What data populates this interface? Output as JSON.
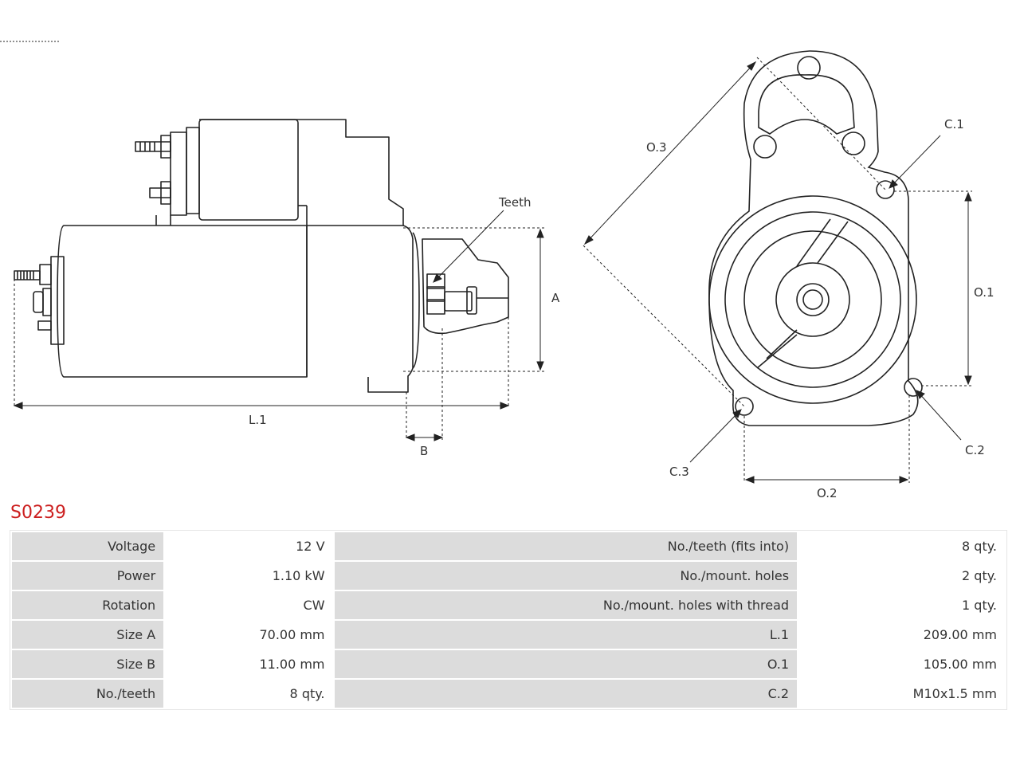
{
  "diagram": {
    "labels": {
      "teeth": "Teeth",
      "a": "A",
      "b": "B",
      "l1": "L.1",
      "o3": "O.3",
      "c1": "C.1",
      "o1": "O.1",
      "c2": "C.2",
      "c3": "C.3",
      "o2": "O.2"
    }
  },
  "part_number": "S0239",
  "specs": {
    "rows": [
      {
        "k1": "Voltage",
        "v1": "12 V",
        "k2": "No./teeth (fits into)",
        "v2": "8 qty."
      },
      {
        "k1": "Power",
        "v1": "1.10 kW",
        "k2": "No./mount. holes",
        "v2": "2 qty."
      },
      {
        "k1": "Rotation",
        "v1": "CW",
        "k2": "No./mount. holes with thread",
        "v2": "1 qty."
      },
      {
        "k1": "Size A",
        "v1": "70.00 mm",
        "k2": "L.1",
        "v2": "209.00 mm"
      },
      {
        "k1": "Size B",
        "v1": "11.00 mm",
        "k2": "O.1",
        "v2": "105.00 mm"
      },
      {
        "k1": "No./teeth",
        "v1": "8 qty.",
        "k2": "C.2",
        "v2": "M10x1.5 mm"
      }
    ]
  }
}
